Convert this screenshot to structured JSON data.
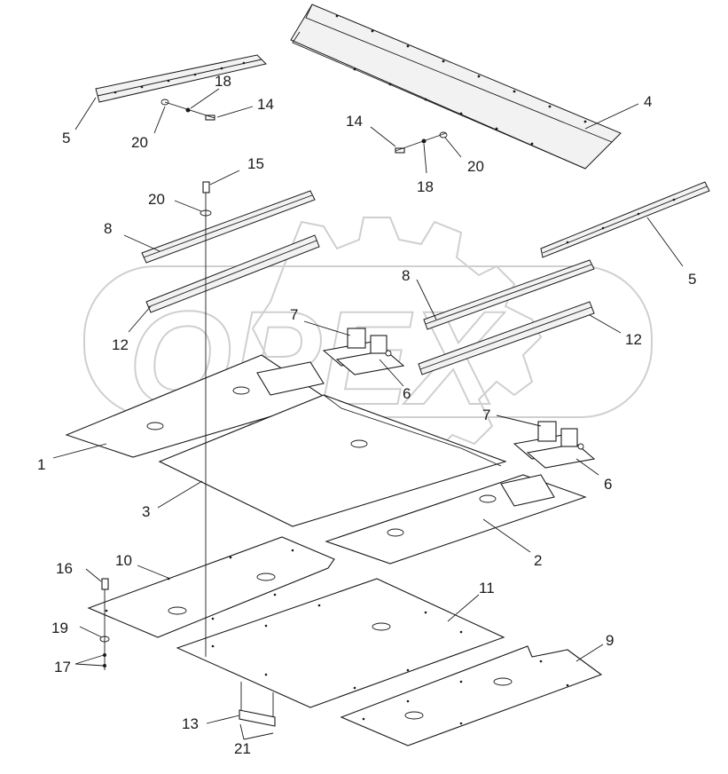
{
  "watermark": {
    "text": "OPEX"
  },
  "callouts": {
    "c1": "1",
    "c2": "2",
    "c3": "3",
    "c4": "4",
    "c5a": "5",
    "c5b": "5",
    "c6a": "6",
    "c6b": "6",
    "c7a": "7",
    "c7b": "7",
    "c8a": "8",
    "c8b": "8",
    "c9": "9",
    "c10": "10",
    "c11": "11",
    "c12a": "12",
    "c12b": "12",
    "c13": "13",
    "c14a": "14",
    "c14b": "14",
    "c15": "15",
    "c16": "16",
    "c17": "17",
    "c18a": "18",
    "c18b": "18",
    "c19": "19",
    "c20a": "20",
    "c20b": "20",
    "c20c": "20",
    "c21": "21"
  }
}
